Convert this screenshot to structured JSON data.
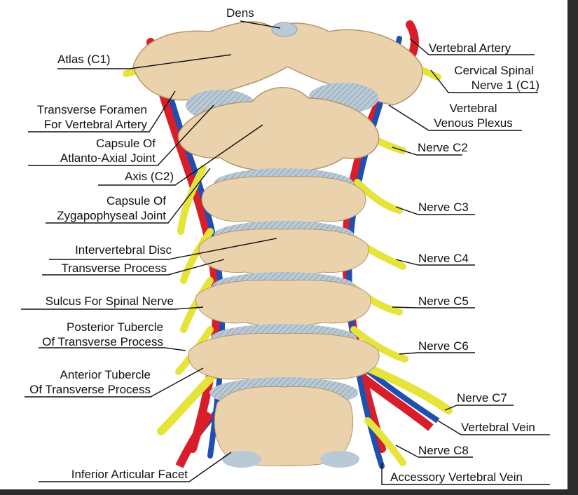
{
  "colors": {
    "bone": "#e9d2ac",
    "bone_shadow": "#cfae7f",
    "disc": "#b9c9d6",
    "artery": "#d81e2a",
    "vein": "#1f4fb0",
    "nerve": "#e6e33a",
    "background": "#ffffff",
    "frame": "#2b2b2b"
  },
  "labels": {
    "dens": "Dens",
    "atlas": "Atlas (C1)",
    "transverse_foramen": [
      "Transverse Foramen",
      "For Vertebral Artery"
    ],
    "capsule_atlanto_axial": [
      "Capsule Of",
      "Atlanto-Axial Joint"
    ],
    "axis": "Axis (C2)",
    "capsule_zygapophyseal": [
      "Capsule Of",
      "Zygapophyseal Joint"
    ],
    "intervertebral_disc": "Intervertebral Disc",
    "transverse_process": "Transverse Process",
    "sulcus_spinal_nerve": "Sulcus For Spinal Nerve",
    "posterior_tubercle": [
      "Posterior Tubercle",
      "Of Transverse Process"
    ],
    "anterior_tubercle": [
      "Anterior Tubercle",
      "Of Transverse Process"
    ],
    "inferior_articular_facet": "Inferior Articular Facet",
    "vertebral_artery": "Vertebral Artery",
    "cervical_spinal_nerve_1": [
      "Cervical Spinal",
      "Nerve 1 (C1)"
    ],
    "vertebral_venous_plexus": [
      "Vertebral",
      "Venous Plexus"
    ],
    "nerve_c2": "Nerve C2",
    "nerve_c3": "Nerve C3",
    "nerve_c4": "Nerve C4",
    "nerve_c5": "Nerve C5",
    "nerve_c6": "Nerve C6",
    "nerve_c7": "Nerve C7",
    "vertebral_vein": "Vertebral Vein",
    "nerve_c8": "Nerve C8",
    "accessory_vertebral_vein": "Accessory Vertebral Vein"
  }
}
